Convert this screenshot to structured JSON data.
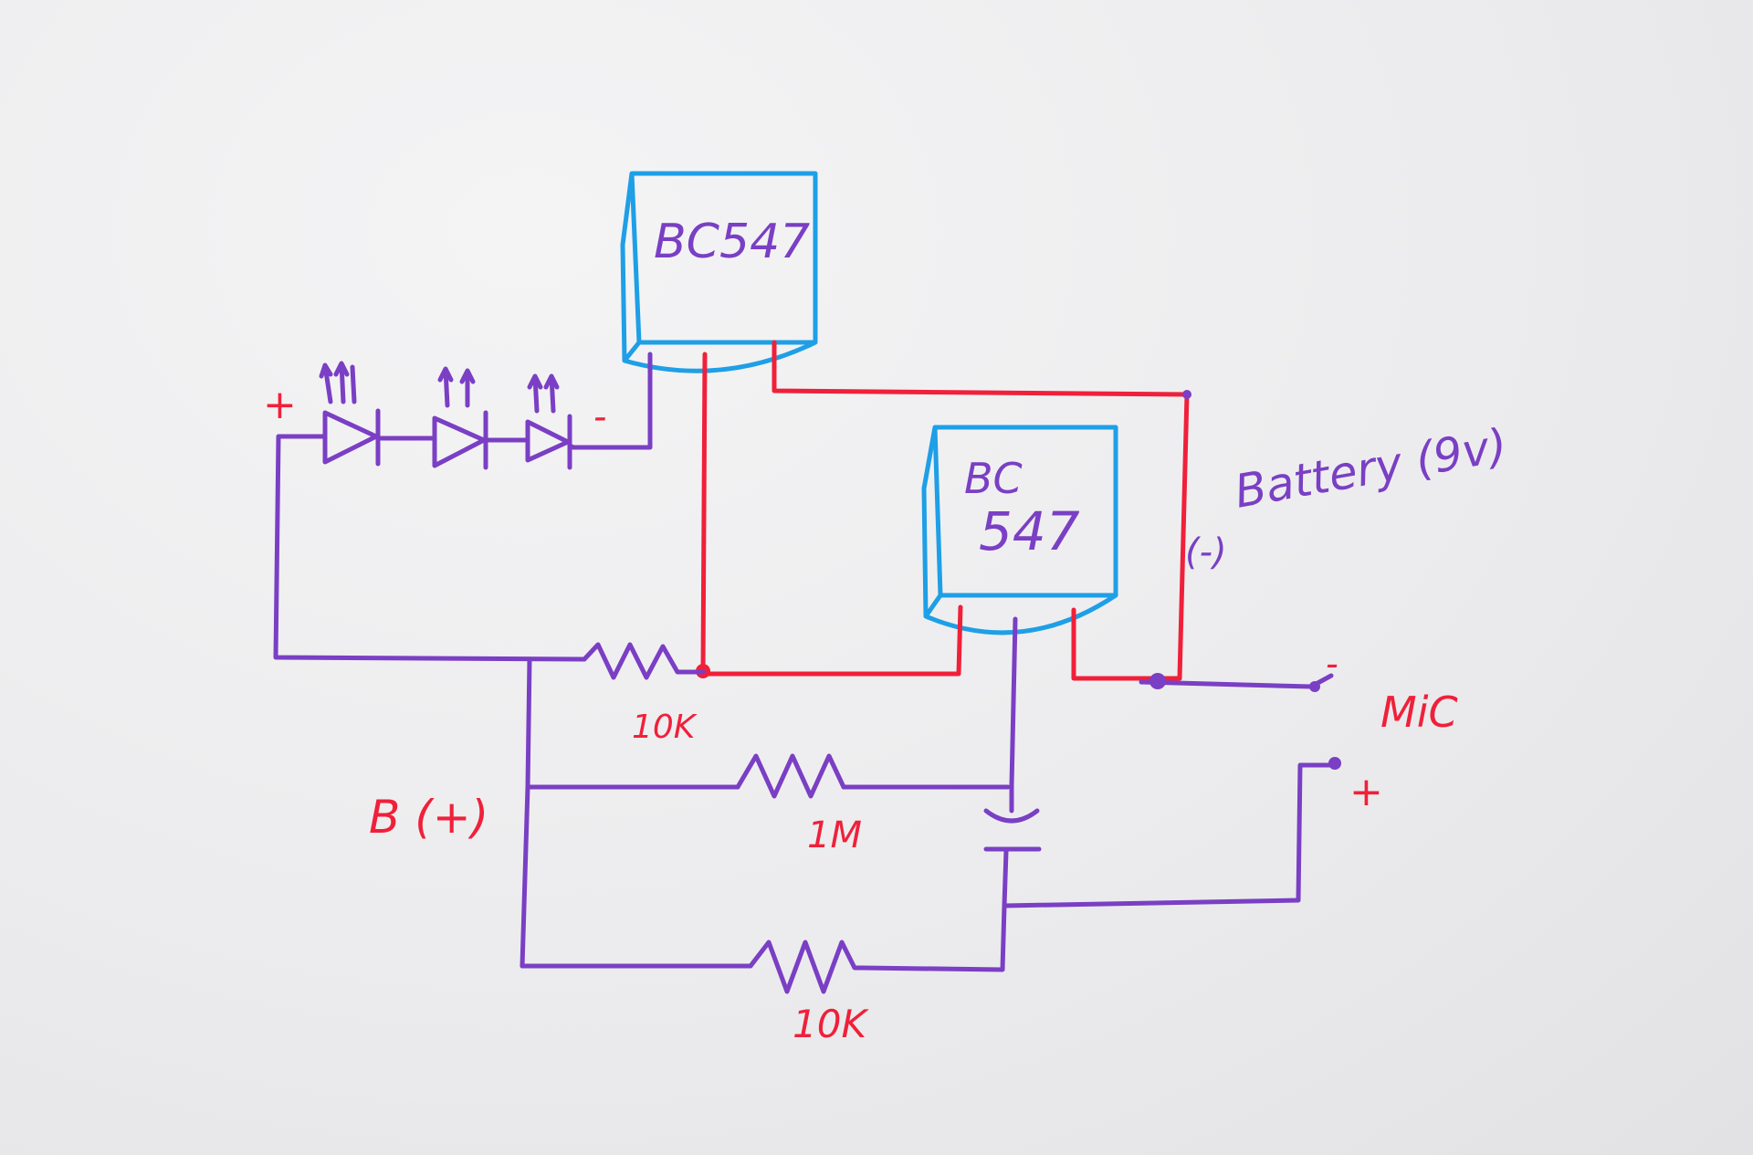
{
  "colors": {
    "wire_purple": "#7a3fc4",
    "wire_red": "#f0203a",
    "transistor_blue": "#1e9fe6",
    "paper": "#ececee"
  },
  "transistor_top": {
    "label": "BC547"
  },
  "transistor_bottom": {
    "label_line1": "BC",
    "label_line2": "547"
  },
  "battery": {
    "label": "Battery (9v)",
    "negative": "(-)"
  },
  "bias_label": "B (+)",
  "mic": {
    "label": "MiC",
    "minus": "-",
    "plus": "+"
  },
  "led_chain": {
    "plus": "+",
    "minus": "-",
    "count": 3
  },
  "resistors": {
    "r_top": "10K",
    "r_mid": "1M",
    "r_bottom": "10K"
  }
}
